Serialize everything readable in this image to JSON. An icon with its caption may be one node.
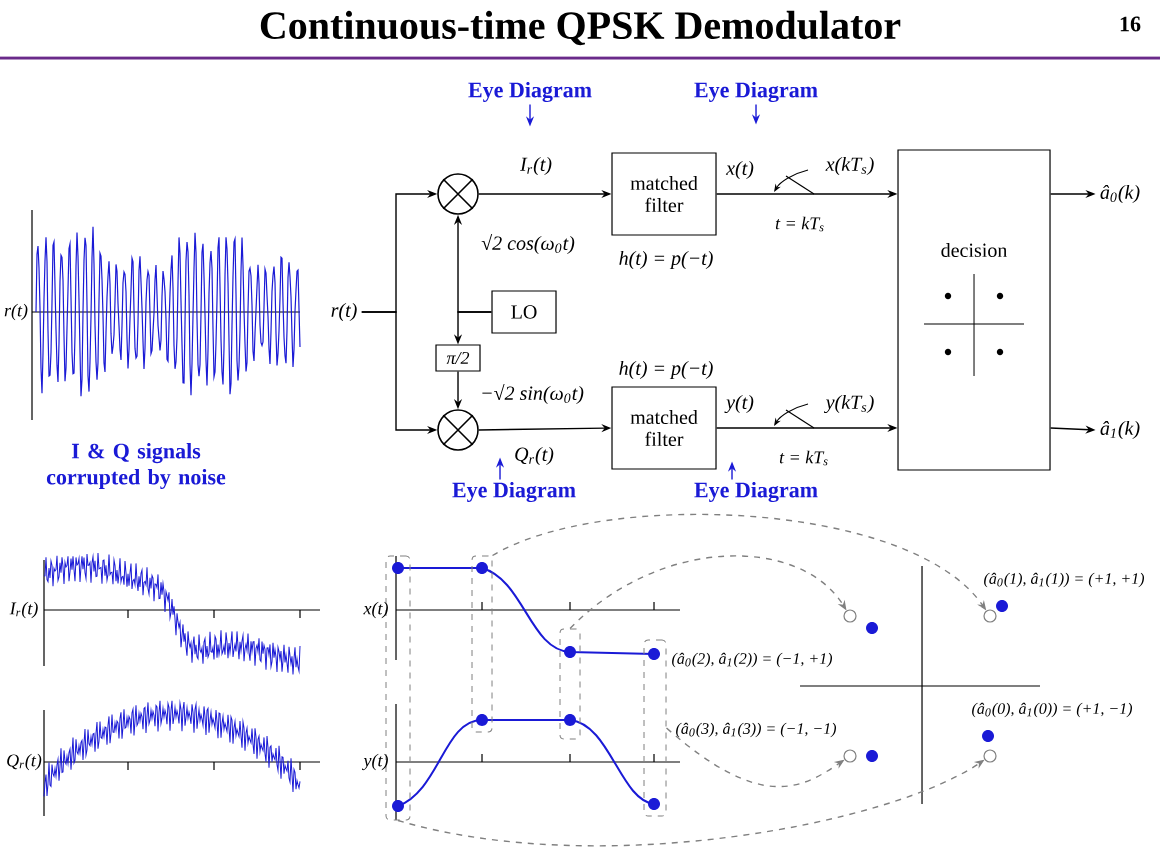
{
  "diagram": {
    "title": "Continuous-time QPSK Demodulator",
    "nodes": [
      {
        "text": [
          "Eye Diagram"
        ]
      },
      {
        "text": [
          "Eye Diagram"
        ]
      },
      {
        "text": [
          "r(t)"
        ]
      },
      {
        "text": [],
        "shape": "circle"
      },
      {
        "text": [
          "matched filter"
        ],
        "beside": [
          "h(t) = p(−t)"
        ]
      },
      {
        "text": [
          "decision"
        ]
      },
      {
        "text": [
          "â$_{0}$(k)"
        ]
      },
      {
        "text": [
          "LO"
        ]
      },
      {
        "text": [
          "π/2"
        ]
      },
      {
        "text": [],
        "shape": "circle"
      },
      {
        "text": [
          "matched filter"
        ],
        "beside": [
          "h(t) = p(−t)"
        ]
      },
      {
        "text": [
          "â$_{1}$(k)"
        ]
      },
      {
        "text": [
          "Eye Diagram"
        ]
      },
      {
        "text": [
          "Eye Diagram"
        ]
      },
      {
        "text": [],
        "shape": "box"
      },
      {
        "text": [],
        "shape": "box"
      },
      {
        "text": [],
        "shape": "box"
      },
      {
        "text": [],
        "shape": "box"
      },
      {
        "text": [],
        "shape": "circle"
      },
      {
        "text": [],
        "shape": "circle"
      },
      {
        "text": [],
        "shape": "circle"
      },
      {
        "text": [],
        "shape": "circle"
      }
    ],
    "edges": [
      {
        "from": 2,
        "to": 3,
        "arrow": "to"
      },
      {
        "from": 2,
        "to": 9,
        "arrow": "to"
      },
      {
        "from": 3,
        "to": 4,
        "arrow": "to",
        "label": "I$_{r}$(t)"
      },
      {
        "from": 9,
        "to": 10,
        "arrow": "to",
        "label": "Q$_{r}$(t)"
      },
      {
        "from": 4,
        "to": 5,
        "arrow": "to",
        "label": "x(kT$_{s}$)"
      },
      {
        "from": 10,
        "to": 5,
        "arrow": "to",
        "label": "y(kT$_{s}$)"
      },
      {
        "from": 7,
        "to": 3,
        "arrow": "to",
        "label": "√2 cos(ω$_{0}$t)"
      },
      {
        "from": 7,
        "to": 8,
        "arrow": "to"
      },
      {
        "from": 8,
        "to": 9,
        "arrow": "to",
        "label": "−√2 sin(ω$_{0}$t)"
      },
      {
        "from": 5,
        "to": 6,
        "arrow": "to"
      },
      {
        "from": 5,
        "to": 11,
        "arrow": "to"
      },
      {
        "from": 0,
        "to": null,
        "arrow": "to",
        "color": "#1a1ad6"
      },
      {
        "from": 1,
        "to": null,
        "arrow": "to",
        "color": "#1a1ad6"
      },
      {
        "from": 12,
        "to": null,
        "arrow": "to",
        "color": "#1a1ad6"
      },
      {
        "from": 13,
        "to": null,
        "arrow": "to",
        "color": "#1a1ad6"
      },
      {
        "from": 15,
        "to": 20,
        "arrow": "to",
        "style": "dashed",
        "color": "#808080"
      },
      {
        "from": 16,
        "to": 18,
        "arrow": "to",
        "style": "dashed",
        "color": "#808080"
      },
      {
        "from": 17,
        "to": 19,
        "arrow": "to",
        "style": "dashed",
        "color": "#808080"
      },
      {
        "from": 14,
        "to": 21,
        "arrow": "to",
        "style": "dashed",
        "color": "#808080"
      }
    ],
    "labels": [
      "16",
      "x(t)",
      "t = kT$_{s}$",
      "y(t)",
      "t = kT$_{s}$",
      "r(t)",
      "I & Q signals corrupted by noise",
      "I$_{r}$(t)",
      "Q$_{r}$(t)",
      "x(t)",
      "y(t)",
      "(â$_{0}$(1), â$_{1}$(1)) = (+1, +1)",
      "(â$_{0}$(2), â$_{1}$(2)) = (−1, +1)",
      "(â$_{0}$(0), â$_{1}$(0)) = (+1, −1)",
      "(â$_{0}$(3), â$_{1}$(3)) = (−1, −1)"
    ]
  }
}
